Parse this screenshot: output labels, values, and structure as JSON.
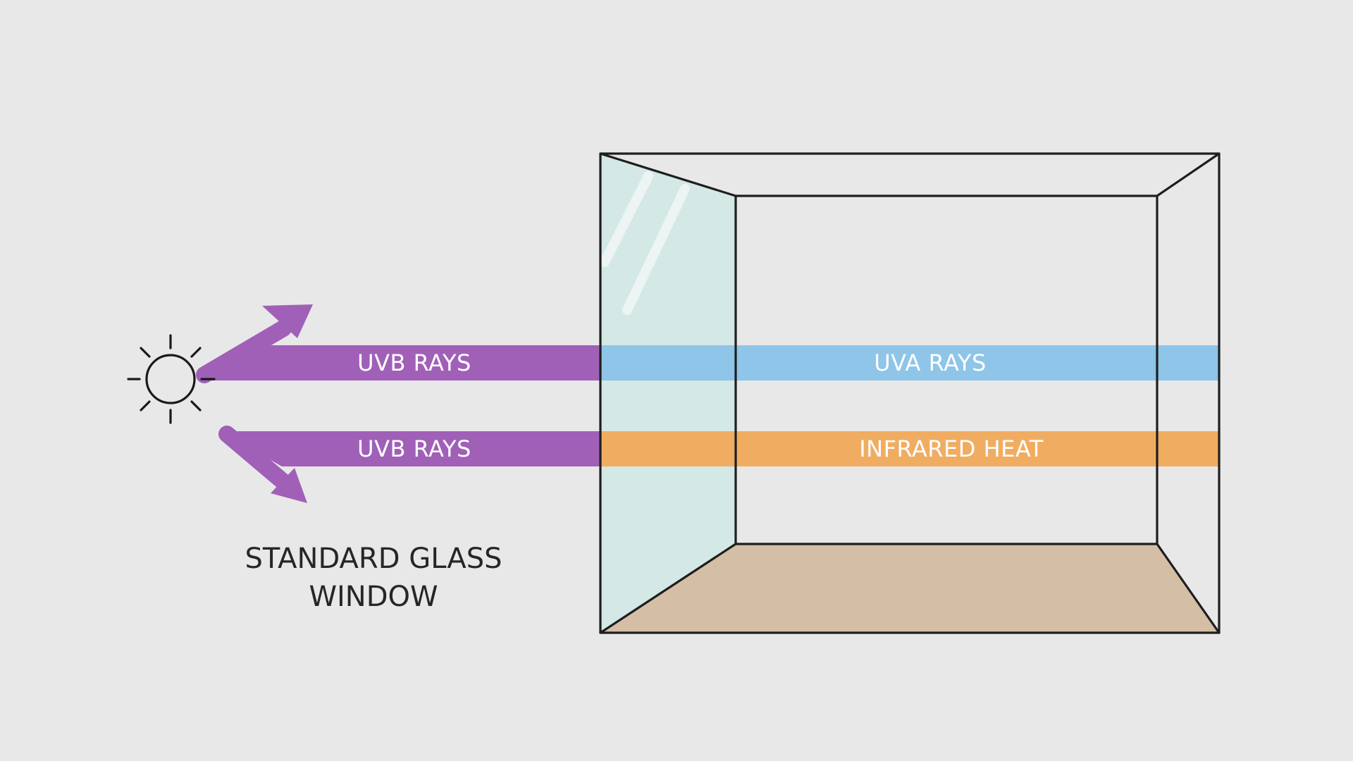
{
  "rays": {
    "uvb_top_label": "UVB RAYS",
    "uvb_bottom_label": "UVB RAYS",
    "uva_label": "UVA RAYS",
    "infrared_label": "INFRARED HEAT"
  },
  "caption": {
    "line1": "STANDARD GLASS",
    "line2": "WINDOW"
  },
  "colors": {
    "background": "#e8e8e8",
    "uvb": "#a060b8",
    "uva": "#8ec5e8",
    "infrared": "#f0ad62",
    "glass": "#d4e8e6",
    "floor": "#d4bfa6",
    "outline": "#1e1e1e"
  },
  "icons": {
    "sun": "sun-icon"
  }
}
